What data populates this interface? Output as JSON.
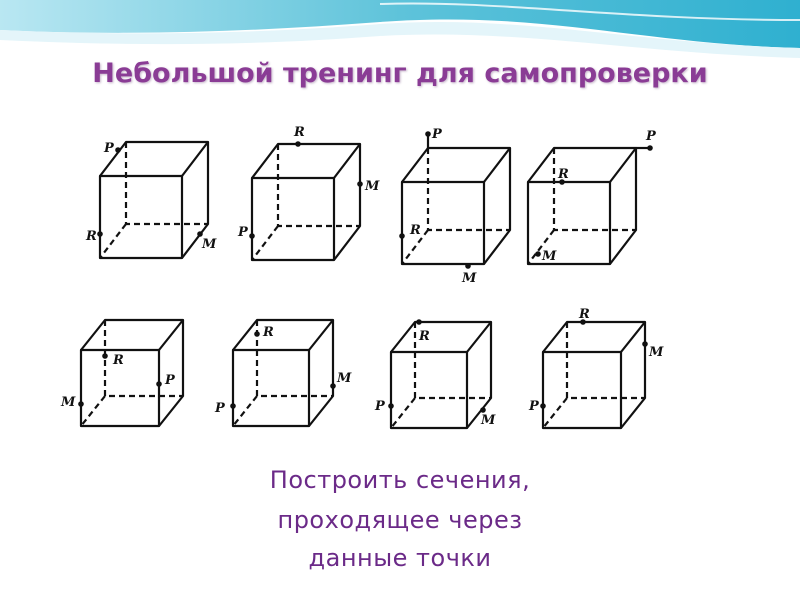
{
  "slide": {
    "title": "Небольшой тренинг для самопроверки",
    "caption_lines": [
      "Построить сечения,",
      "проходящее через",
      "данные точки"
    ]
  },
  "cubes": [
    {
      "id": 1,
      "points": [
        {
          "label": "P",
          "at": "edge-back-left-vertical-upper"
        },
        {
          "label": "R",
          "at": "edge-front-left-vertical-lower"
        },
        {
          "label": "M",
          "at": "bottom-right-back"
        }
      ]
    },
    {
      "id": 2,
      "points": [
        {
          "label": "R",
          "at": "top-back-edge"
        },
        {
          "label": "M",
          "at": "right-front-vertical"
        },
        {
          "label": "P",
          "at": "left-front-vertical-lower"
        }
      ]
    },
    {
      "id": 3,
      "points": [
        {
          "label": "P",
          "at": "above-back-left-vertex"
        },
        {
          "label": "R",
          "at": "left-front-vertical-lower"
        },
        {
          "label": "M",
          "at": "below-bottom-front-edge"
        }
      ]
    },
    {
      "id": 4,
      "points": [
        {
          "label": "P",
          "at": "top-back-edge-extended"
        },
        {
          "label": "R",
          "at": "top-front-edge"
        },
        {
          "label": "M",
          "at": "bottom-face-interior"
        }
      ]
    },
    {
      "id": 5,
      "points": [
        {
          "label": "R",
          "at": "back-left-vertical"
        },
        {
          "label": "P",
          "at": "right-front-vertical"
        },
        {
          "label": "M",
          "at": "left-front-vertical-lower"
        }
      ]
    },
    {
      "id": 6,
      "points": [
        {
          "label": "R",
          "at": "back-left-vertical-top"
        },
        {
          "label": "M",
          "at": "right-front-vertical"
        },
        {
          "label": "P",
          "at": "left-front-vertical-lower"
        }
      ]
    },
    {
      "id": 7,
      "points": [
        {
          "label": "R",
          "at": "top-front-edge"
        },
        {
          "label": "P",
          "at": "left-front-vertical-lower"
        },
        {
          "label": "M",
          "at": "bottom-right-back-edge"
        }
      ]
    },
    {
      "id": 8,
      "points": [
        {
          "label": "R",
          "at": "top-back-edge"
        },
        {
          "label": "M",
          "at": "right-back-vertical"
        },
        {
          "label": "P",
          "at": "left-front-vertical-lower"
        }
      ]
    }
  ],
  "colors": {
    "title": "#8a3c95",
    "caption": "#6b2a88",
    "wave_top": "#5fc7dc",
    "wave_light": "#d8f1f7"
  }
}
